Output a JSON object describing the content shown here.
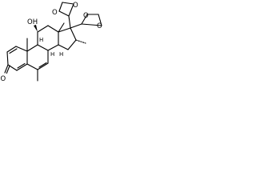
{
  "molecule": {
    "atom_labels": {
      "ketone_oxygen": "O",
      "hydroxyl": "OH",
      "hydroxyl_h": "H",
      "ring_h_1": "H",
      "ring_h_2": "H",
      "ring_h_3": "H",
      "dioxolane_o1": "O",
      "dioxolane_o2": "O",
      "dioxolane_o3": "O",
      "dioxolane_o4": "O"
    },
    "colors": {
      "ink": "#000000",
      "background": "#ffffff"
    }
  }
}
